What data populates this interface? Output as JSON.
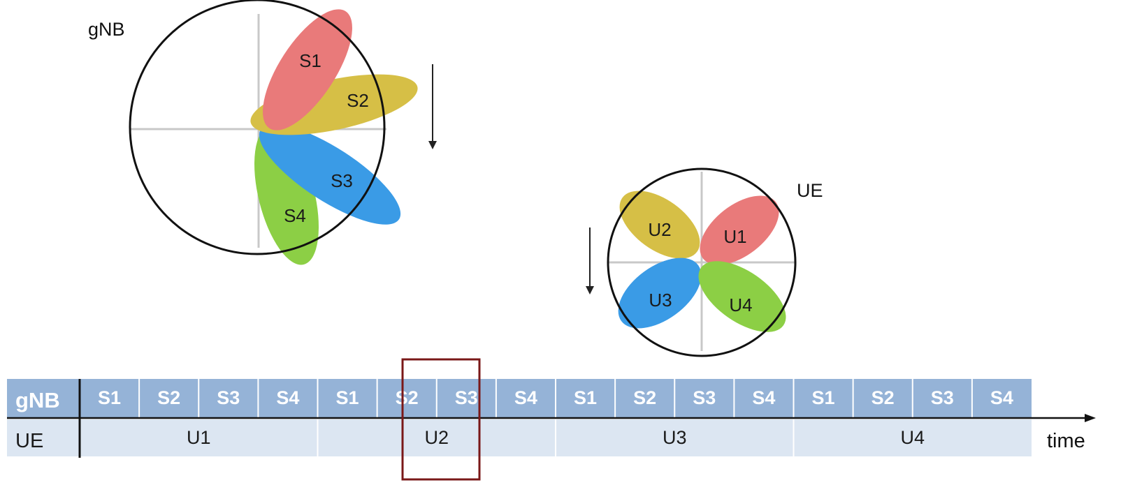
{
  "gnb": {
    "label": "gNB",
    "beams": [
      {
        "label": "S1",
        "color": "#e97a7a"
      },
      {
        "label": "S2",
        "color": "#d6bf46"
      },
      {
        "label": "S3",
        "color": "#3a9be6"
      },
      {
        "label": "S4",
        "color": "#8ccf45"
      }
    ]
  },
  "ue": {
    "label": "UE",
    "beams": [
      {
        "label": "U1",
        "color": "#e97a7a"
      },
      {
        "label": "U2",
        "color": "#d6bf46"
      },
      {
        "label": "U3",
        "color": "#3a9be6"
      },
      {
        "label": "U4",
        "color": "#8ccf45"
      }
    ]
  },
  "timeline": {
    "gnb_row_label": "gNB",
    "ue_row_label": "UE",
    "gnb_sweep": [
      "S1",
      "S2",
      "S3",
      "S4",
      "S1",
      "S2",
      "S3",
      "S4",
      "S1",
      "S2",
      "S3",
      "S4",
      "S1",
      "S2",
      "S3",
      "S4"
    ],
    "ue_slots": [
      "U1",
      "U2",
      "U3",
      "U4"
    ],
    "highlighted_gnb_slot": 6,
    "highlighted_ue_slot": 1,
    "highlight_ue_text_color": "#b09a3a",
    "highlight_gnb_text_color": "#2e4e7a",
    "axis_label": "time",
    "colors": {
      "gnb_row_bg": "#95b3d7",
      "ue_row_bg": "#dce6f2",
      "highlight_box": "#7a1818"
    }
  }
}
